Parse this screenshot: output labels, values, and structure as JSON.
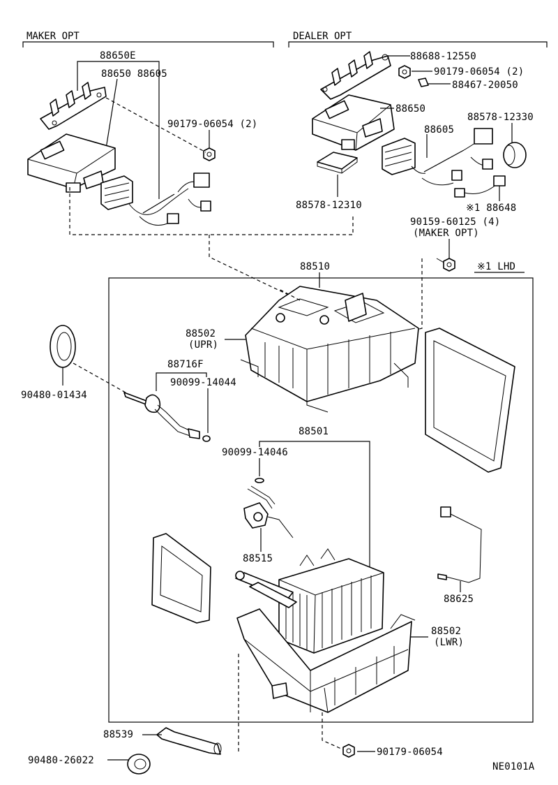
{
  "headers": {
    "maker_opt": "MAKER OPT",
    "dealer_opt": "DEALER OPT",
    "lhd_note": "※1 LHD"
  },
  "labels": {
    "p88650E": "88650E",
    "p88650_88605": "88650 88605",
    "p90179_06054_2_left": "90179-06054 (2)",
    "p88688_12550": "88688-12550",
    "p90179_06054_2_right": "90179-06054 (2)",
    "p88467_20050": "88467-20050",
    "p88650_right": "88650",
    "p88578_12330": "88578-12330",
    "p88605_right": "88605",
    "p88578_12310": "88578-12310",
    "p88648": "※1  88648",
    "p90159_60125": "90159-60125 (4)",
    "p90159_note": "(MAKER OPT)",
    "p88510": "88510",
    "p88502_upr": "88502",
    "p88502_upr_note": "(UPR)",
    "p88716F": "88716F",
    "p90099_14044": "90099-14044",
    "p90480_01434": "90480-01434",
    "p88501": "88501",
    "p90099_14046": "90099-14046",
    "p88515": "88515",
    "p88625": "88625",
    "p88502_lwr": "88502",
    "p88502_lwr_note": "(LWR)",
    "p88539": "88539",
    "p90480_26022": "90480-26022",
    "p90179_06054_bottom": "90179-06054",
    "figure_code": "NE0101A"
  }
}
